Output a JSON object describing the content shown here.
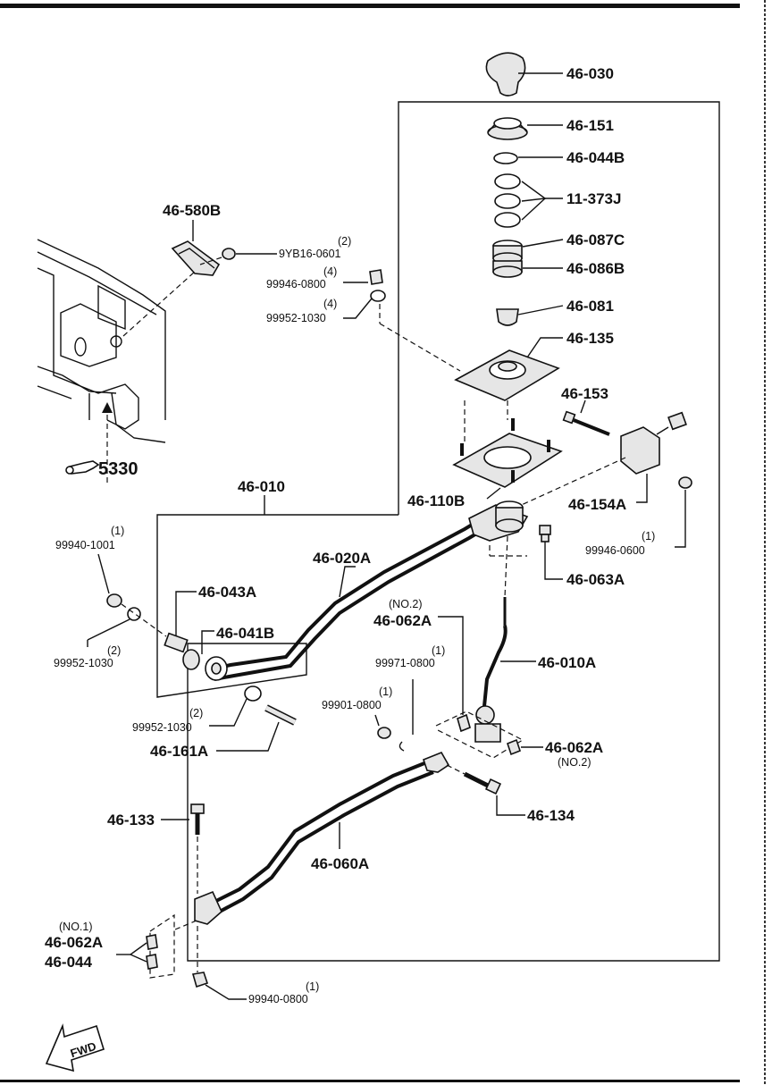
{
  "labels": {
    "p46_030": "46-030",
    "p46_151": "46-151",
    "p46_044b": "46-044B",
    "p11_373j": "11-373J",
    "p46_087c": "46-087C",
    "p46_086b": "46-086B",
    "p46_081": "46-081",
    "p46_135": "46-135",
    "p46_153": "46-153",
    "p46_154a": "46-154A",
    "p46_110b": "46-110B",
    "p46_580b": "46-580B",
    "p46_010": "46-010",
    "p46_020a": "46-020A",
    "p46_043a": "46-043A",
    "p46_041b": "46-041B",
    "p46_063a": "46-063A",
    "p46_062a_no2_top": "46-062A",
    "p46_010a": "46-010A",
    "p46_062a_no2_right": "46-062A",
    "p46_161a": "46-161A",
    "p46_134": "46-134",
    "p46_133": "46-133",
    "p46_060a": "46-060A",
    "p46_062a_no1": "46-062A",
    "p46_044": "46-044",
    "ref5330": "5330"
  },
  "small_labels": {
    "b9yb16": "9YB16-0601",
    "b9yb16_qty": "(2)",
    "n99946_0800": "99946-0800",
    "n99946_0800_qty": "(4)",
    "w99952_1030_top": "99952-1030",
    "w99952_1030_top_qty": "(4)",
    "n99940_1001": "99940-1001",
    "n99940_1001_qty": "(1)",
    "w99952_1030_left": "99952-1030",
    "w99952_1030_left_qty": "(2)",
    "n99946_0600": "99946-0600",
    "n99946_0600_qty": "(1)",
    "c99971_0800": "99971-0800",
    "c99971_0800_qty": "(1)",
    "n99901_0800": "99901-0800",
    "n99901_0800_qty": "(1)",
    "w99952_1030_mid": "99952-1030",
    "w99952_1030_mid_qty": "(2)",
    "b99940_0800": "99940-0800",
    "b99940_0800_qty": "(1)",
    "no2_top": "(NO.2)",
    "no2_right": "(NO.2)",
    "no1": "(NO.1)",
    "fwd": "FWD"
  }
}
